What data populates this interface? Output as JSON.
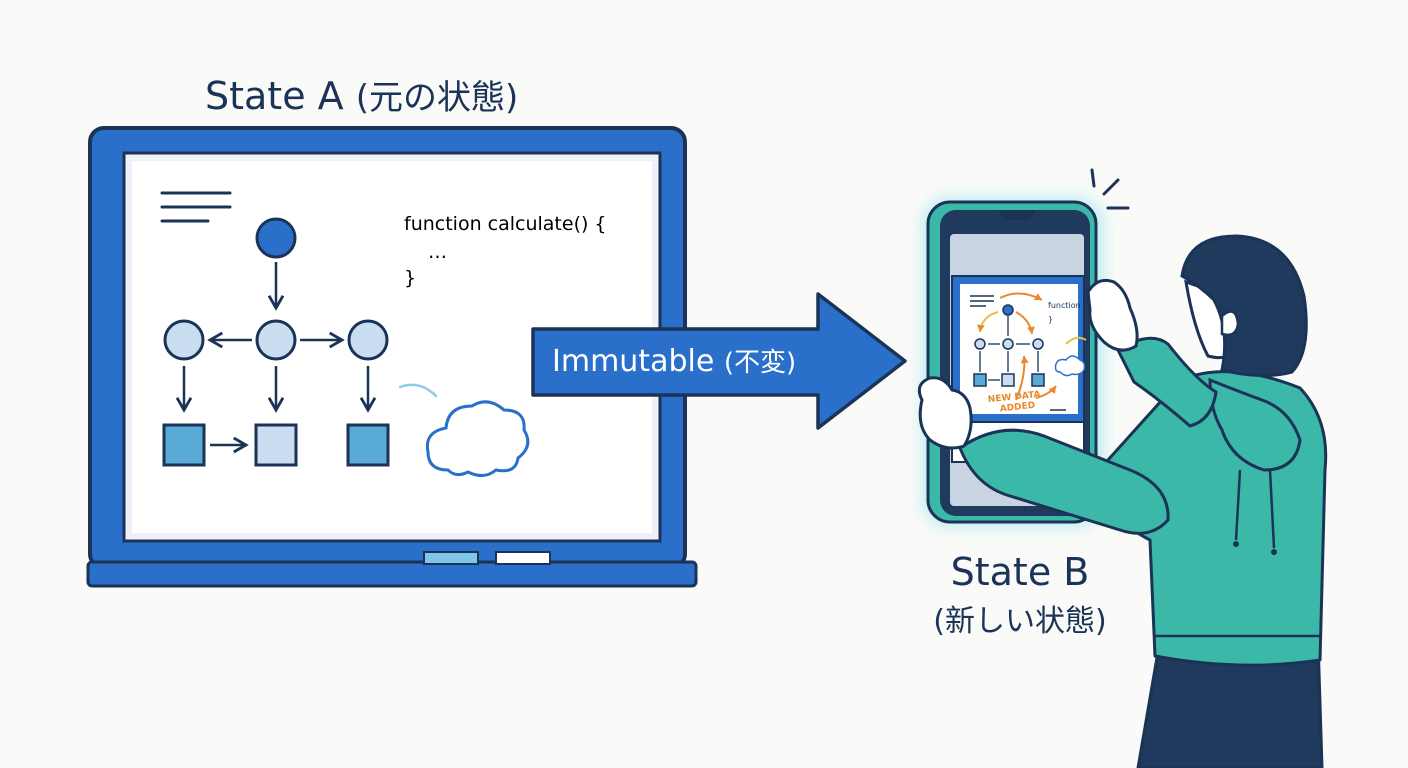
{
  "state_a": {
    "title": "State A",
    "title_ja": "(元の状態)",
    "code_line1": "function calculate() {",
    "code_line2": "…",
    "code_line3": "}"
  },
  "transition": {
    "label": "Immutable",
    "label_ja": "(不変)"
  },
  "state_b": {
    "title": "State B",
    "title_ja": "(新しい状態)",
    "mini_code": "function c",
    "annotation_line1": "NEW DATA",
    "annotation_line2": "ADDED"
  },
  "colors": {
    "laptop_blue": "#2a6fc9",
    "dark_navy": "#1a3357",
    "light_node": "#c9def0",
    "arrow_blue": "#2a6fc9",
    "hoodie_teal": "#3cb8a8",
    "annotation_orange": "#e8892e"
  },
  "icons": [
    "menu-lines-icon",
    "cloud-icon",
    "sparkle-icon"
  ]
}
